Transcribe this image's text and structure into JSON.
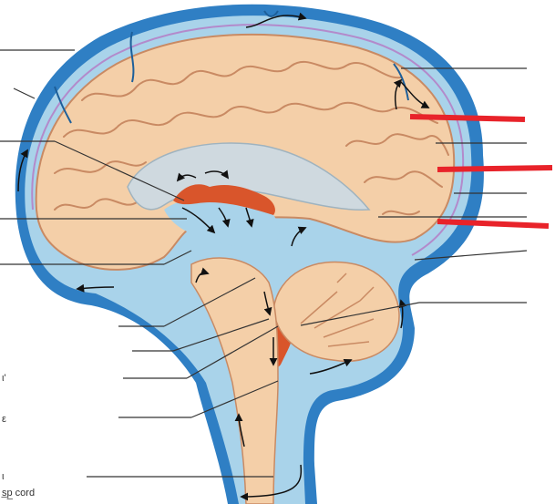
{
  "diagram": {
    "label_fragments": [
      {
        "id": "frag-1",
        "text": "ι'"
      },
      {
        "id": "frag-2",
        "text": "ε"
      },
      {
        "id": "frag-3",
        "text": "ι"
      },
      {
        "id": "frag-4",
        "text": "s̲p̲ cord"
      }
    ],
    "colors": {
      "csf": "#a9d3ea",
      "meninges": "#2f7fc4",
      "brain_tissue": "#f4cfa8",
      "gyri_outline": "#c98a63",
      "choroid_plexus": "#d9552b",
      "highlight_lines": "#e8232a",
      "leader_lines": "#333333",
      "arrows": "#111111"
    }
  }
}
